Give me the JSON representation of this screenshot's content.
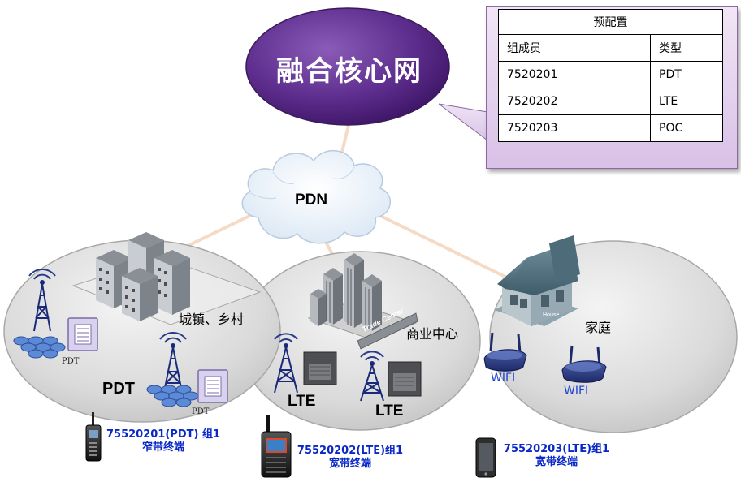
{
  "core": {
    "label": "融合核心网"
  },
  "config_table": {
    "title": "预配置",
    "headers": [
      "组成员",
      "类型"
    ],
    "rows": [
      {
        "member": "7520201",
        "type": "PDT"
      },
      {
        "member": "7520202",
        "type": "LTE"
      },
      {
        "member": "7520203",
        "type": "POC"
      }
    ]
  },
  "cloud": {
    "label": "PDN"
  },
  "zones": {
    "town": {
      "label": "城镇、乡村",
      "tech": "PDT",
      "device_label_1": "PDT",
      "device_label_2": "PDT"
    },
    "business": {
      "label": "商业中心",
      "tech_1": "LTE",
      "tech_2": "LTE",
      "building_sign": "Trade Center"
    },
    "home": {
      "label": "家庭",
      "wifi_1": "WIFI",
      "wifi_2": "WIFI",
      "house_sign": "House"
    }
  },
  "terminals": [
    {
      "line1": "75520201(PDT) 组1",
      "line2": "窄带终端",
      "icon": "pdt-radio-icon"
    },
    {
      "line1": "75520202(LTE)组1",
      "line2": "宽带终端",
      "icon": "lte-handset-icon"
    },
    {
      "line1": "75520203(LTE)组1",
      "line2": "宽带终端",
      "icon": "smartphone-icon"
    }
  ],
  "colors": {
    "core_ellipse": "#5a2a86",
    "zone_fill": "#d9d9d9",
    "link_line": "#f6dcc4",
    "terminal_text": "#0a28c8",
    "wifi_text": "#1b3fd0"
  }
}
